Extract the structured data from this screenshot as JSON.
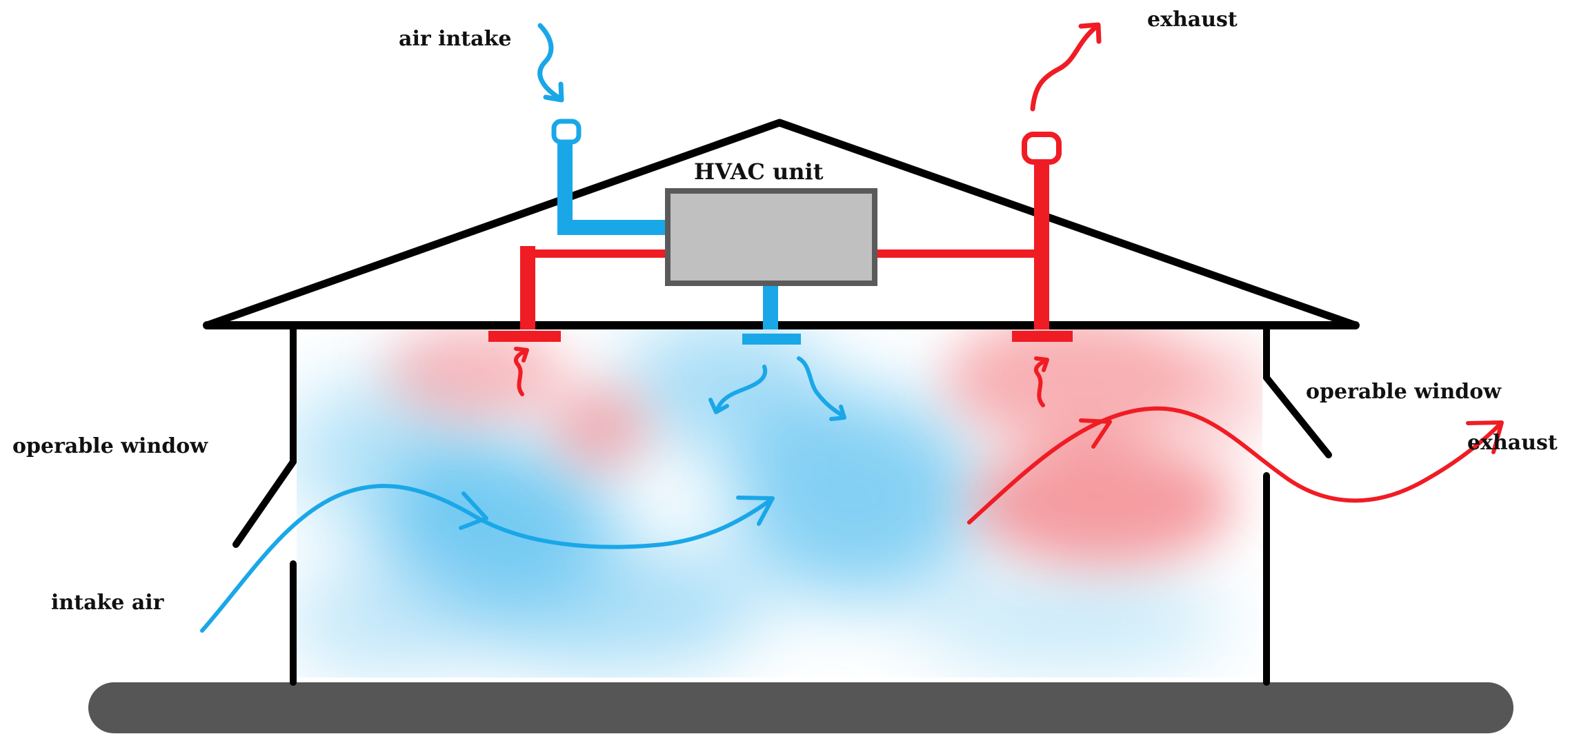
{
  "labels": {
    "air_intake": "air intake",
    "exhaust_top": "exhaust",
    "hvac_unit": "HVAC unit",
    "operable_window_left": "operable window",
    "operable_window_right": "operable window",
    "exhaust_right": "exhaust",
    "intake_air": "intake air"
  },
  "colors": {
    "cool_air": "#1aa7e8",
    "warm_air": "#f01c24",
    "structure": "#000000",
    "hvac_fill": "#c0c0c0",
    "hvac_border": "#5a5a5a",
    "ground": "#565656",
    "cool_haze": "#33b5ee",
    "warm_haze": "#f26a70"
  }
}
